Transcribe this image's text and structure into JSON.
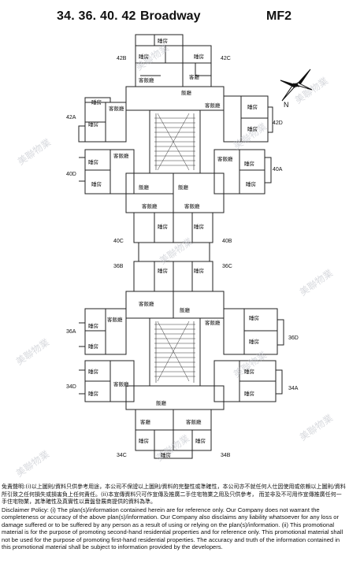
{
  "header": {
    "address_numbers": "34. 36. 40. 42",
    "street": "Broadway",
    "floor_code": "MF2"
  },
  "units": {
    "u42b": "42B",
    "u42c": "42C",
    "u42a": "42A",
    "u42d": "42D",
    "u40d": "40D",
    "u40a": "40A",
    "u40c": "40C",
    "u40b": "40B",
    "u36b": "36B",
    "u36c": "36C",
    "u36a": "36A",
    "u36d": "36D",
    "u34d": "34D",
    "u34a": "34A",
    "u34c": "34C",
    "u34b": "34B"
  },
  "rooms": {
    "bedroom": "睡房",
    "living_dining": "客飯廳",
    "dining": "飯廳",
    "living": "客廳",
    "kitchen": "廚房"
  },
  "watermark": "美聯物業",
  "disclaimer": {
    "zh": "免責聲明:(i)以上圖則/資料只供參考用途，本公司不保證以上圖則/資料的完整性或準確性，本公司亦不就任何人仕因使用或依賴以上圖則/資料所引致之任何損失或損害負上任何責任。(ii)本宣傳資料只可作宣傳及推廣二手住宅物業之用及只供參考， 而並非及不可用作宣傳推廣任何一手住宅物業，其準確性及真實性以賣盤發展商提供的資料為準。",
    "en": "Disclaimer Policy: (i) The plan(s)/information contained herein are for reference only. Our Company does not warrant the completeness or accuracy of the above plan(s)/information. Our Company also disclaims any liability whatsoever for any loss or damage suffered or to be suffered by any person as a result of using or relying on the plan(s)/information. (ii) This promotional material is for the purpose of promoting second-hand residential properties and for reference only. This promotional material shall not be used for the purpose of promoting first-hand residential properties. The accuracy and truth of the information contained in this promotional material shall be subject to information provided by the developers."
  },
  "north_label": "N"
}
